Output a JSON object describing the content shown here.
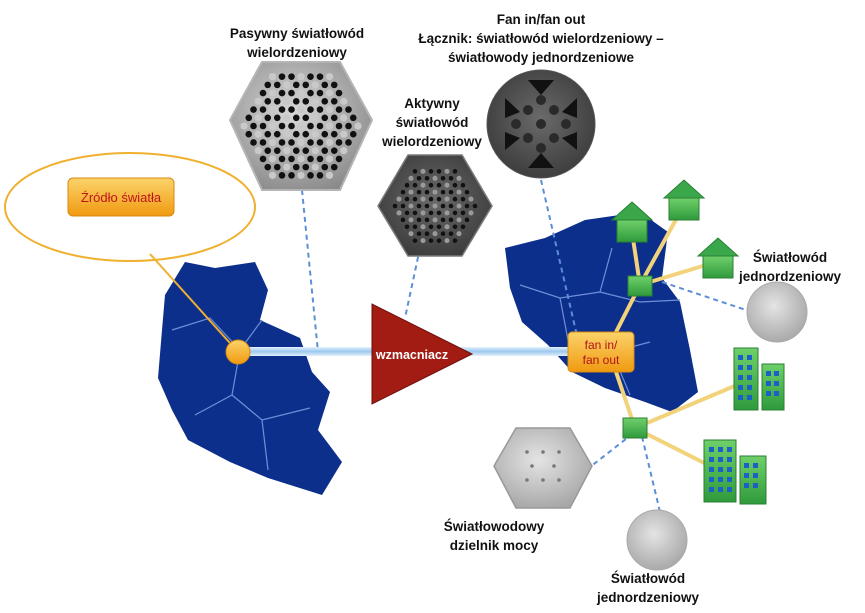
{
  "labels": {
    "source": "Źródło światła",
    "passive_line1": "Pasywny światłowód",
    "passive_line2": "wielordzeniowy",
    "active_line1": "Aktywny",
    "active_line2": "światłowód",
    "active_line3": "wielordzeniowy",
    "fan_title_line1": "Fan in/fan out",
    "fan_title_line2": "Łącznik: światłowód wielordzeniowy –",
    "fan_title_line3": "światłowody jednordzeniowe",
    "amplifier": "wzmacniacz",
    "fan_box_line1": "fan in/",
    "fan_box_line2": "fan out",
    "single_right_line1": "Światłowód",
    "single_right_line2": "jednordzeniowy",
    "splitter_line1": "Światłowodowy",
    "splitter_line2": "dzielnik mocy",
    "single_bottom_line1": "Światłowód",
    "single_bottom_line2": "jednordzeniowy"
  },
  "colors": {
    "map_blue": "#0d2f8c",
    "source_box": "#f4a81c",
    "source_text": "#c0141c",
    "amplifier": "#a31c14",
    "fiber_line": "#a9cff0",
    "connector": "#f2d27a",
    "house_green": "#3aa84a",
    "dashed": "#5b8fd6"
  }
}
